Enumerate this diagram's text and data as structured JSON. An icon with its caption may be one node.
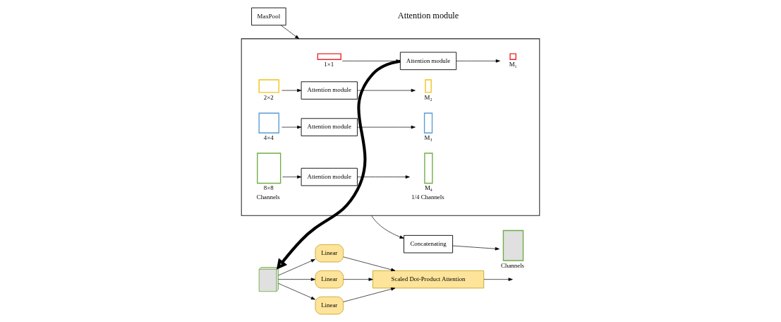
{
  "diagram": {
    "nodes": [
      {
        "text": [
          "MaxPool"
        ]
      },
      {
        "text": [],
        "shape": "bracket"
      },
      {
        "text": [],
        "shape": "box",
        "beside": [
          "1×1"
        ],
        "in": 1
      },
      {
        "text": [
          "Attention module"
        ],
        "in": 1
      },
      {
        "text": [],
        "shape": "box",
        "beside": [
          "M₁"
        ],
        "in": 1
      },
      {
        "text": [],
        "shape": "box",
        "beside": [
          "2×2"
        ],
        "in": 1
      },
      {
        "text": [
          "Attention module"
        ],
        "in": 1
      },
      {
        "text": [],
        "shape": "box",
        "beside": [
          "M₂"
        ],
        "in": 1
      },
      {
        "text": [],
        "shape": "box",
        "beside": [
          "4×4"
        ],
        "in": 1
      },
      {
        "text": [
          "Attention module"
        ],
        "in": 1
      },
      {
        "text": [],
        "shape": "box",
        "beside": [
          "M₃"
        ],
        "in": 1
      },
      {
        "text": [],
        "shape": "box",
        "beside": [
          "8×8",
          "Channels"
        ],
        "in": 1
      },
      {
        "text": [
          "Attention module"
        ],
        "in": 1
      },
      {
        "text": [],
        "shape": "box",
        "beside": [
          "M₄",
          "1/4 Channels"
        ],
        "in": 1
      },
      {
        "text": [
          "Concatenating"
        ]
      },
      {
        "text": [],
        "shape": "box",
        "beside": [
          "Channels"
        ]
      },
      {
        "text": [],
        "shape": "box"
      },
      {
        "text": [
          "Linear"
        ]
      },
      {
        "text": [
          "Linear"
        ]
      },
      {
        "text": [
          "Linear"
        ]
      },
      {
        "text": [
          "Scaled Dot-Product Attention"
        ]
      }
    ],
    "edges": [
      {
        "from": 0,
        "to": 1,
        "arrow": "to"
      },
      {
        "from": 2,
        "to": 3,
        "arrow": "to"
      },
      {
        "from": 3,
        "to": 4,
        "arrow": "to"
      },
      {
        "from": 5,
        "to": 6,
        "arrow": "to"
      },
      {
        "from": 6,
        "to": 7,
        "arrow": "to"
      },
      {
        "from": 8,
        "to": 9,
        "arrow": "to"
      },
      {
        "from": 9,
        "to": 10,
        "arrow": "to"
      },
      {
        "from": 11,
        "to": 12,
        "arrow": "to"
      },
      {
        "from": 12,
        "to": 13,
        "arrow": "to"
      },
      {
        "from": 1,
        "to": 14,
        "arrow": "to"
      },
      {
        "from": 14,
        "to": 15,
        "arrow": "to"
      },
      {
        "from": 3,
        "to": 16,
        "arrow": "to",
        "style": "thick"
      },
      {
        "from": 16,
        "to": 17,
        "arrow": "to"
      },
      {
        "from": 16,
        "to": 18,
        "arrow": "to"
      },
      {
        "from": 16,
        "to": 19,
        "arrow": "to"
      },
      {
        "from": 17,
        "to": 20,
        "arrow": "to"
      },
      {
        "from": 18,
        "to": 20,
        "arrow": "to"
      },
      {
        "from": 19,
        "to": 20,
        "arrow": "to"
      },
      {
        "from": 20,
        "to": null,
        "arrow": "to"
      }
    ],
    "labels": [
      "Attention module"
    ]
  }
}
